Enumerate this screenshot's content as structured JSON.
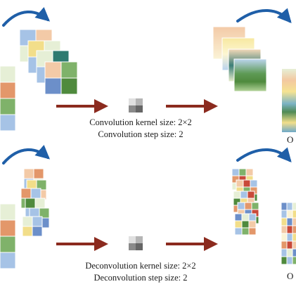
{
  "panels": [
    {
      "id": "convolution",
      "caption_lines": [
        "Convolution kernel size: 2×2",
        "Convolution step size: 2"
      ],
      "edge_label": "O"
    },
    {
      "id": "deconvolution",
      "caption_lines": [
        "Deconvolution kernel size: 2×2",
        "Deconvolution step size: 2"
      ],
      "edge_label": "O"
    }
  ],
  "colors": {
    "process_arrow": "#8b2a1e",
    "curved_arrow": "#1f5fa8",
    "green_light": "#e6efd6",
    "orange": "#e3976a",
    "green": "#7fb26a",
    "blue": "#a6c3e6",
    "blue_dark": "#6c8fc9",
    "peach": "#f3caa7",
    "yellow": "#f2de8a",
    "teal_dark": "#2e7a70",
    "forest": "#4f8a3d",
    "red": "#c84a3a",
    "cream": "#fbf3d6",
    "gray_light": "#e0e0e0",
    "gray_mid": "#b5b5b5",
    "gray_dark": "#8a8a8a",
    "gray_darkest": "#666666"
  },
  "icons": {
    "curved_arrow": "curved-arrow-icon",
    "process_arrow": "right-arrow-icon",
    "kernel": "kernel-grid-icon"
  }
}
